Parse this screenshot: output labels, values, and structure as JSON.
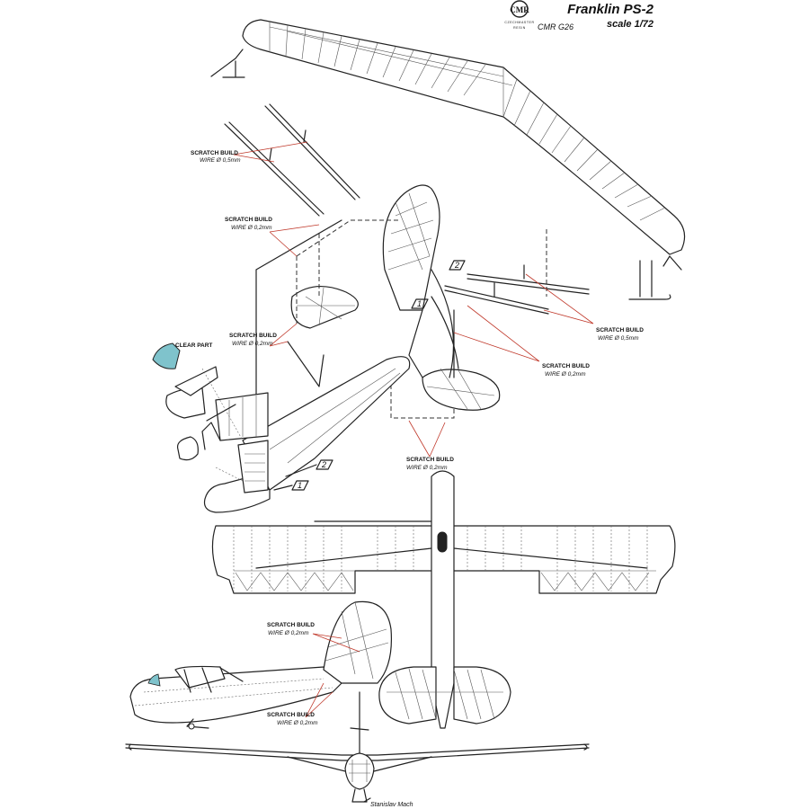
{
  "header": {
    "title": "Franklin PS-2",
    "scale": "scale 1/72",
    "code": "CMR G26",
    "logo_letters": "CMR",
    "logo_sub": "CZECHMASTER",
    "logo_sub2": "RESIN"
  },
  "labels": [
    {
      "line1": "SCRATCH BUILD",
      "line2": "WIRE Ø 0,5mm"
    },
    {
      "line1": "SCRATCH BUILD",
      "line2": "WIRE Ø 0,2mm"
    },
    {
      "line1": "SCRATCH BUILD",
      "line2": "WIRE Ø 0,2mm"
    },
    {
      "line1": "SCRATCH BUILD",
      "line2": "WIRE Ø 0,5mm"
    },
    {
      "line1": "SCRATCH BUILD",
      "line2": "WIRE Ø 0,2mm"
    },
    {
      "line1": "SCRATCH BUILD",
      "line2": "WIRE Ø 0,2mm"
    },
    {
      "line1": "SCRATCH BUILD",
      "line2": "WIRE Ø 0,2mm"
    },
    {
      "line1": "SCRATCH BUILD",
      "line2": "WIRE Ø 0,2mm"
    }
  ],
  "clear_part": "CLEAR PART",
  "callouts": [
    "1",
    "2",
    "1",
    "2"
  ],
  "signature": "Stanislav Mach",
  "colors": {
    "ink": "#222222",
    "leader": "#c0392b",
    "canopy": "#7fc3cc"
  }
}
